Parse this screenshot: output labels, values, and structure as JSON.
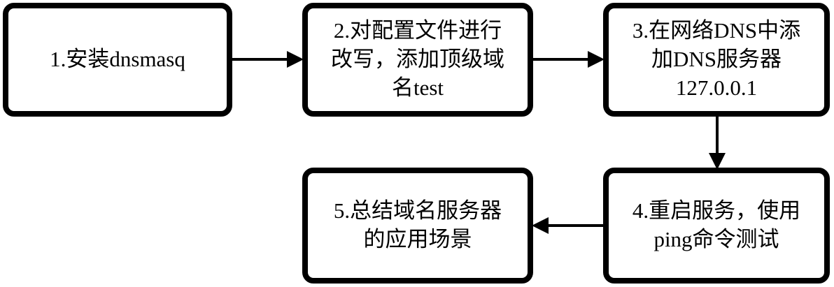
{
  "diagram": {
    "title": "dnsmasq DNS setup flowchart",
    "background_color": "#ffffff",
    "stroke_color": "#000000",
    "fill_color": "#ffffff",
    "nodes": [
      {
        "id": "1",
        "label": "1.安装dnsmasq",
        "shape": "rounded-rectangle"
      },
      {
        "id": "2",
        "label": "2.对配置文件进行\n改写，添加顶级域\n名test",
        "shape": "rounded-rectangle"
      },
      {
        "id": "3",
        "label": "3.在网络DNS中添\n加DNS服务器\n127.0.0.1",
        "shape": "rounded-rectangle"
      },
      {
        "id": "4",
        "label": "4.重启服务，使用\nping命令测试",
        "shape": "rounded-rectangle"
      },
      {
        "id": "5",
        "label": "5.总结域名服务器\n的应用场景",
        "shape": "rounded-rectangle"
      }
    ],
    "edges": [
      {
        "id": "edge-1-2",
        "from": "1",
        "to": "2",
        "direction": "right",
        "label": ""
      },
      {
        "id": "edge-2-3",
        "from": "2",
        "to": "3",
        "direction": "right",
        "label": ""
      },
      {
        "id": "edge-3-4",
        "from": "3",
        "to": "4",
        "direction": "down",
        "label": ""
      },
      {
        "id": "edge-4-5",
        "from": "4",
        "to": "5",
        "direction": "left",
        "label": ""
      }
    ]
  }
}
